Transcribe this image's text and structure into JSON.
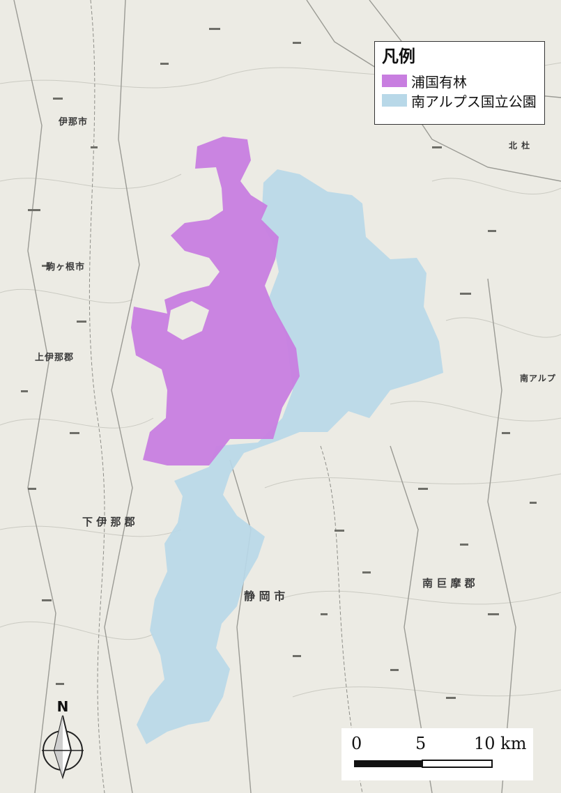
{
  "legend": {
    "title": "凡例",
    "items": [
      {
        "label": "浦国有林",
        "color": "#c87ee0"
      },
      {
        "label": "南アルプス国立公園",
        "color": "#b8d8e8"
      }
    ]
  },
  "place_labels": {
    "ina_city": "伊那市",
    "komagane_city": "駒ヶ根市",
    "kamiina_district": "上伊那郡",
    "shimoina_district": "下 伊 那 郡",
    "shizuoka_city": "静 岡 市",
    "minami_alps_city": "南アルプ",
    "koma_district": "北 杜",
    "minamikoma_district": "南 巨 摩 郡"
  },
  "north_arrow": {
    "label": "N"
  },
  "scale_bar": {
    "labels": [
      "0",
      "5",
      "10 km"
    ]
  },
  "colors": {
    "forest": "#c87ee0",
    "park": "#b8d8e8",
    "basemap": "#ecebe4"
  }
}
